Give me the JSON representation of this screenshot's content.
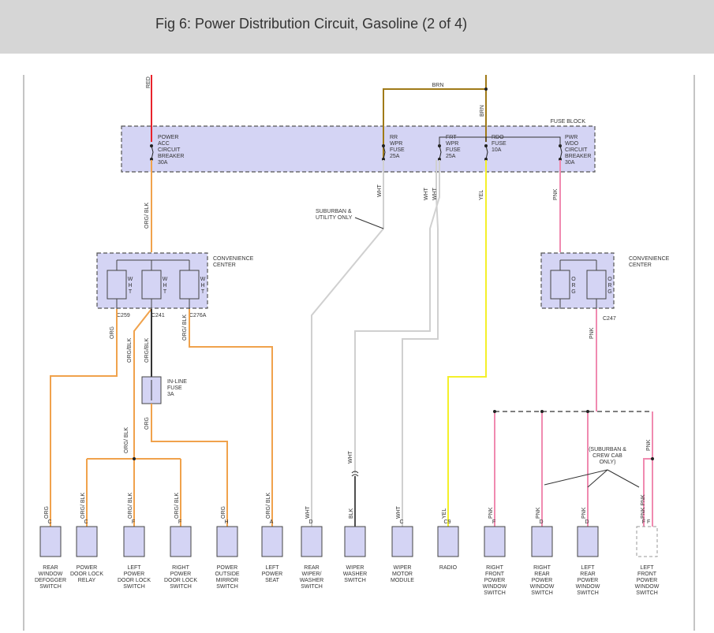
{
  "header": {
    "title": "Fig 6: Power Distribution Circuit, Gasoline (2 of 4)"
  },
  "colors": {
    "red": "#e8232b",
    "orange": "#f0a24c",
    "brown": "#a07a18",
    "yellow": "#f4f02a",
    "pink": "#f08ab0",
    "white_wire": "#d0d0d0",
    "black_wire": "#505050",
    "box_fill": "#d4d4f4",
    "box_border": "#555555"
  },
  "fuse_block": {
    "label": "FUSE BLOCK",
    "breakers": [
      {
        "lines": [
          "POWER",
          "ACC",
          "CIRCUIT",
          "BREAKER",
          "30A"
        ]
      },
      {
        "lines": [
          "RR",
          "WPR",
          "FUSE",
          "25A"
        ]
      },
      {
        "lines": [
          "FRT",
          "WPR",
          "FUSE",
          "25A"
        ]
      },
      {
        "lines": [
          "RDO",
          "FUSE",
          "10A"
        ]
      },
      {
        "lines": [
          "PWR",
          "WDO",
          "CIRCUIT",
          "BREAKER",
          "30A"
        ]
      }
    ]
  },
  "wire_labels": {
    "red": "RED",
    "brn_top": "BRN",
    "brn_vert": "BRN",
    "org_blk_main": "ORG/ BLK",
    "wht_rr": "WHT",
    "wht_frt1": "WHT",
    "wht_frt2": "WHT",
    "yel": "YEL",
    "pnk_main": "PNK",
    "org_c259": "ORG",
    "org_blk_c241": "ORG/BLK",
    "org_blk_c241b": "ORG/BLK",
    "org_blk_c276a": "ORG/ BLK",
    "org_fuse": "ORG",
    "org_blk_split": "ORG/ BLK",
    "wht_wiper": "WHT",
    "pnk_c247": "PNK",
    "pnk_right": "PNK"
  },
  "suburban_note": [
    "SUBURBAN &",
    "UTILITY ONLY"
  ],
  "crew_note": [
    "(SUBURBAN &",
    "CREW CAB",
    "ONLY)"
  ],
  "conv_left": {
    "label": [
      "CONVENIENCE",
      "CENTER"
    ],
    "slots": [
      [
        "W",
        "H",
        "T"
      ],
      [
        "W",
        "H",
        "T"
      ],
      [
        "W",
        "H",
        "T"
      ]
    ],
    "connectors": [
      "C259",
      "C241",
      "C276A"
    ]
  },
  "conv_right": {
    "label": [
      "CONVENIENCE",
      "CENTER"
    ],
    "slots": [
      [
        "O",
        "R",
        "G"
      ],
      [
        "O",
        "R",
        "G"
      ]
    ],
    "connector": "C247"
  },
  "inline_fuse": {
    "lines": [
      "IN-LINE",
      "FUSE",
      "3A"
    ]
  },
  "components": [
    {
      "wire": "ORG",
      "pin": "C",
      "lines": [
        "REAR",
        "WINDOW",
        "DEFOGGER",
        "SWITCH"
      ]
    },
    {
      "wire": "ORG/ BLK",
      "pin": "C",
      "lines": [
        "POWER",
        "DOOR LOCK",
        "RELAY"
      ]
    },
    {
      "wire": "ORG/ BLK",
      "pin": "F",
      "lines": [
        "LEFT",
        "POWER",
        "DOOR LOCK",
        "SWITCH"
      ]
    },
    {
      "wire": "ORG/ BLK",
      "pin": "F",
      "lines": [
        "RIGHT",
        "POWER",
        "DOOR LOCK",
        "SWITCH"
      ]
    },
    {
      "wire": "ORG",
      "pin": "H",
      "lines": [
        "POWER",
        "OUTSIDE",
        "MIRROR",
        "SWITCH"
      ]
    },
    {
      "wire": "ORG/ BLK",
      "pin": "A",
      "lines": [
        "LEFT",
        "POWER",
        "SEAT"
      ]
    },
    {
      "wire": "WHT",
      "pin": "D",
      "lines": [
        "REAR",
        "WIPER/",
        "WASHER",
        "SWITCH"
      ]
    },
    {
      "wire": "BLK",
      "pin": "",
      "lines": [
        "WIPER",
        "WASHER",
        "SWITCH"
      ]
    },
    {
      "wire": "WHT",
      "pin": "C",
      "lines": [
        "WIPER",
        "MOTOR",
        "MODULE"
      ]
    },
    {
      "wire": "YEL",
      "pin": "C9",
      "lines": [
        "RADIO"
      ]
    },
    {
      "wire": "PNK",
      "pin": "F",
      "lines": [
        "RIGHT",
        "FRONT",
        "POWER",
        "WINDOW",
        "SWITCH"
      ]
    },
    {
      "wire": "PNK",
      "pin": "D",
      "lines": [
        "RIGHT",
        "REAR",
        "POWER",
        "WINDOW",
        "SWITCH"
      ]
    },
    {
      "wire": "PNK",
      "pin": "D",
      "lines": [
        "LEFT",
        "REAR",
        "POWER",
        "WINDOW",
        "SWITCH"
      ]
    },
    {
      "wire": "PNK   PNK",
      "pin": "F    F",
      "lines": [
        "LEFT",
        "FRONT",
        "POWER",
        "WINDOW",
        "SWITCH"
      ]
    }
  ]
}
